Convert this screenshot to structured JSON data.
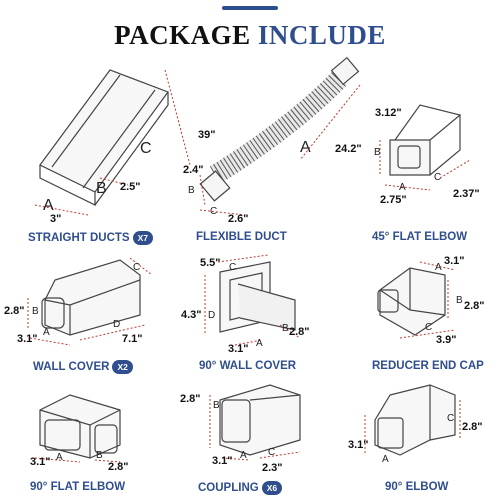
{
  "header": {
    "title_word1": "PACKAGE",
    "title_word2": "INCLUDE"
  },
  "items": [
    {
      "label": "STRAIGHT DUCTS",
      "badge": "X7",
      "dims": {
        "A": "3\"",
        "B": "2.5\"",
        "C": "39\""
      }
    },
    {
      "label": "FLEXIBLE DUCT",
      "dims": {
        "A": "24.2\"",
        "B": "2.4\"",
        "C": "2.6\""
      }
    },
    {
      "label": "45° FLAT ELBOW",
      "dims": {
        "top": "3.12\"",
        "A": "2.75\"",
        "C": "2.37\""
      }
    },
    {
      "label": "WALL COVER",
      "badge": "X2",
      "dims": {
        "B": "2.8\"",
        "A": "3.1\"",
        "D": "7.1\""
      }
    },
    {
      "label": "90° WALL COVER",
      "dims": {
        "C": "5.5\"",
        "D": "4.3\"",
        "A": "3.1\"",
        "B": "2.8\""
      }
    },
    {
      "label": "REDUCER END CAP",
      "dims": {
        "A": "3.1\"",
        "B": "2.8\"",
        "C": "3.9\""
      }
    },
    {
      "label": "90° FLAT ELBOW",
      "dims": {
        "A": "3.1\"",
        "B": "2.8\""
      }
    },
    {
      "label": "COUPLING",
      "badge": "X6",
      "dims": {
        "B": "2.8\"",
        "A": "3.1\"",
        "C": "2.3\""
      }
    },
    {
      "label": "90° ELBOW",
      "dims": {
        "B": "2.8\"",
        "A": "3.1\""
      }
    }
  ],
  "colors": {
    "accent": "#2f4e8e",
    "dimension_line": "#c0392b",
    "outline": "#444444"
  }
}
